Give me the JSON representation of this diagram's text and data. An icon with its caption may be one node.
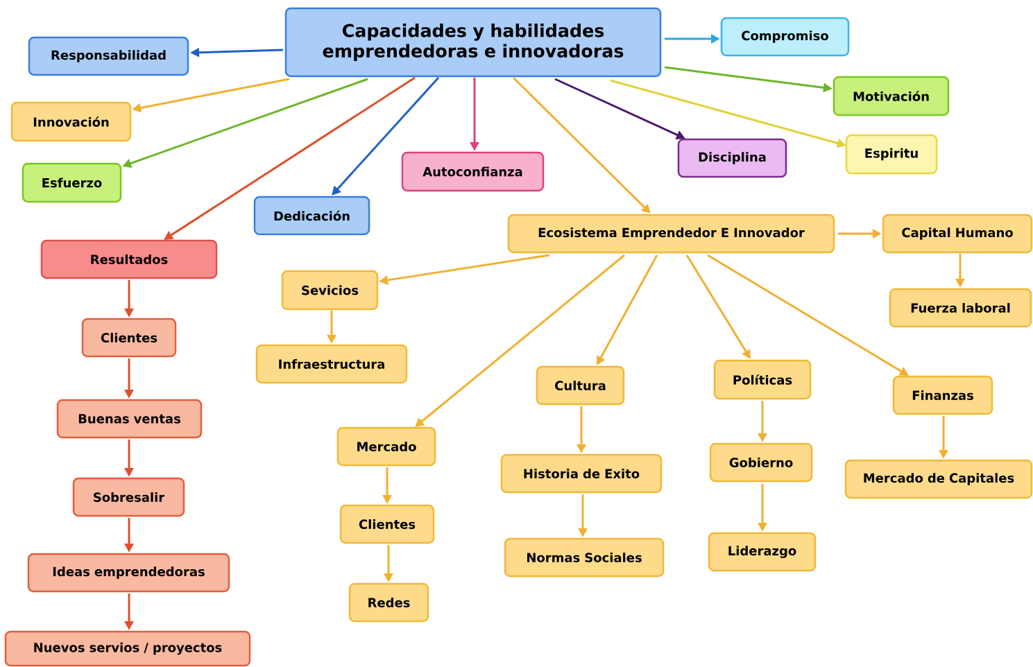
{
  "diagram": {
    "nodes": [
      {
        "text": [
          "Capacidades y habilidades emprendedoras e innovadoras"
        ]
      },
      {
        "text": [
          "Compromiso"
        ]
      },
      {
        "text": [
          "Responsabilidad"
        ]
      },
      {
        "text": [
          "Motivación"
        ]
      },
      {
        "text": [
          "Innovación"
        ]
      },
      {
        "text": [
          "Esfuerzo"
        ]
      },
      {
        "text": [
          "Espiritu"
        ]
      },
      {
        "text": [
          "Autoconfianza"
        ]
      },
      {
        "text": [
          "Disciplina"
        ]
      },
      {
        "text": [
          "Dedicación"
        ]
      },
      {
        "text": [
          "Resultados"
        ]
      },
      {
        "text": [
          "Ecosistema Emprendedor E Innovador"
        ]
      },
      {
        "text": [
          "Capital Humano"
        ]
      },
      {
        "text": [
          "Sevicios"
        ]
      },
      {
        "text": [
          "Fuerza laboral"
        ]
      },
      {
        "text": [
          "Clientes"
        ]
      },
      {
        "text": [
          "Infraestructura"
        ]
      },
      {
        "text": [
          "Cultura"
        ]
      },
      {
        "text": [
          "Políticas"
        ]
      },
      {
        "text": [
          "Finanzas"
        ]
      },
      {
        "text": [
          "Buenas ventas"
        ]
      },
      {
        "text": [
          "Mercado"
        ]
      },
      {
        "text": [
          "Historia de Exito"
        ]
      },
      {
        "text": [
          "Gobierno"
        ]
      },
      {
        "text": [
          "Mercado de Capitales"
        ]
      },
      {
        "text": [
          "Sobresalir"
        ]
      },
      {
        "text": [
          "Clientes"
        ]
      },
      {
        "text": [
          "Normas Sociales"
        ]
      },
      {
        "text": [
          "Liderazgo"
        ]
      },
      {
        "text": [
          "Ideas emprendedoras"
        ]
      },
      {
        "text": [
          "Redes"
        ]
      },
      {
        "text": [
          "Nuevos servios / proyectos"
        ]
      }
    ],
    "edges": [
      {
        "from": 0,
        "to": 1,
        "arrow": "to",
        "color": "#29a8e0"
      },
      {
        "from": 0,
        "to": 2,
        "arrow": "to",
        "color": "#1f5fc8"
      },
      {
        "from": 0,
        "to": 3,
        "arrow": "to",
        "color": "#6cb52a"
      },
      {
        "from": 0,
        "to": 4,
        "arrow": "to"
      },
      {
        "from": 0,
        "to": 5,
        "arrow": "to",
        "color": "#6cb52a"
      },
      {
        "from": 0,
        "to": 6,
        "arrow": "to",
        "color": "#e2d23a"
      },
      {
        "from": 0,
        "to": 7,
        "arrow": "to",
        "color": "#e0407f"
      },
      {
        "from": 0,
        "to": 8,
        "arrow": "to",
        "color": "#4b1a6b"
      },
      {
        "from": 0,
        "to": 9,
        "arrow": "to",
        "color": "#1f5fc8"
      },
      {
        "from": 0,
        "to": 10,
        "arrow": "to",
        "color": "#e0502a"
      },
      {
        "from": 0,
        "to": 11,
        "arrow": "to"
      },
      {
        "from": 11,
        "to": 12,
        "arrow": "to"
      },
      {
        "from": 12,
        "to": 14,
        "arrow": "to"
      },
      {
        "from": 11,
        "to": 13,
        "arrow": "to"
      },
      {
        "from": 13,
        "to": 16,
        "arrow": "to"
      },
      {
        "from": 11,
        "to": 21,
        "arrow": "to"
      },
      {
        "from": 11,
        "to": 17,
        "arrow": "to"
      },
      {
        "from": 11,
        "to": 18,
        "arrow": "to"
      },
      {
        "from": 11,
        "to": 19,
        "arrow": "to"
      },
      {
        "from": 17,
        "to": 22,
        "arrow": "to"
      },
      {
        "from": 22,
        "to": 27,
        "arrow": "to"
      },
      {
        "from": 18,
        "to": 23,
        "arrow": "to"
      },
      {
        "from": 23,
        "to": 28,
        "arrow": "to"
      },
      {
        "from": 19,
        "to": 24,
        "arrow": "to"
      },
      {
        "from": 21,
        "to": 26,
        "arrow": "to"
      },
      {
        "from": 26,
        "to": 30,
        "arrow": "to"
      },
      {
        "from": 10,
        "to": 15,
        "arrow": "to",
        "color": "#e0502a"
      },
      {
        "from": 15,
        "to": 20,
        "arrow": "to",
        "color": "#e0502a"
      },
      {
        "from": 20,
        "to": 25,
        "arrow": "to",
        "color": "#e0502a"
      },
      {
        "from": 25,
        "to": 29,
        "arrow": "to",
        "color": "#e0502a"
      },
      {
        "from": 29,
        "to": 31,
        "arrow": "to",
        "color": "#e0502a"
      }
    ]
  }
}
